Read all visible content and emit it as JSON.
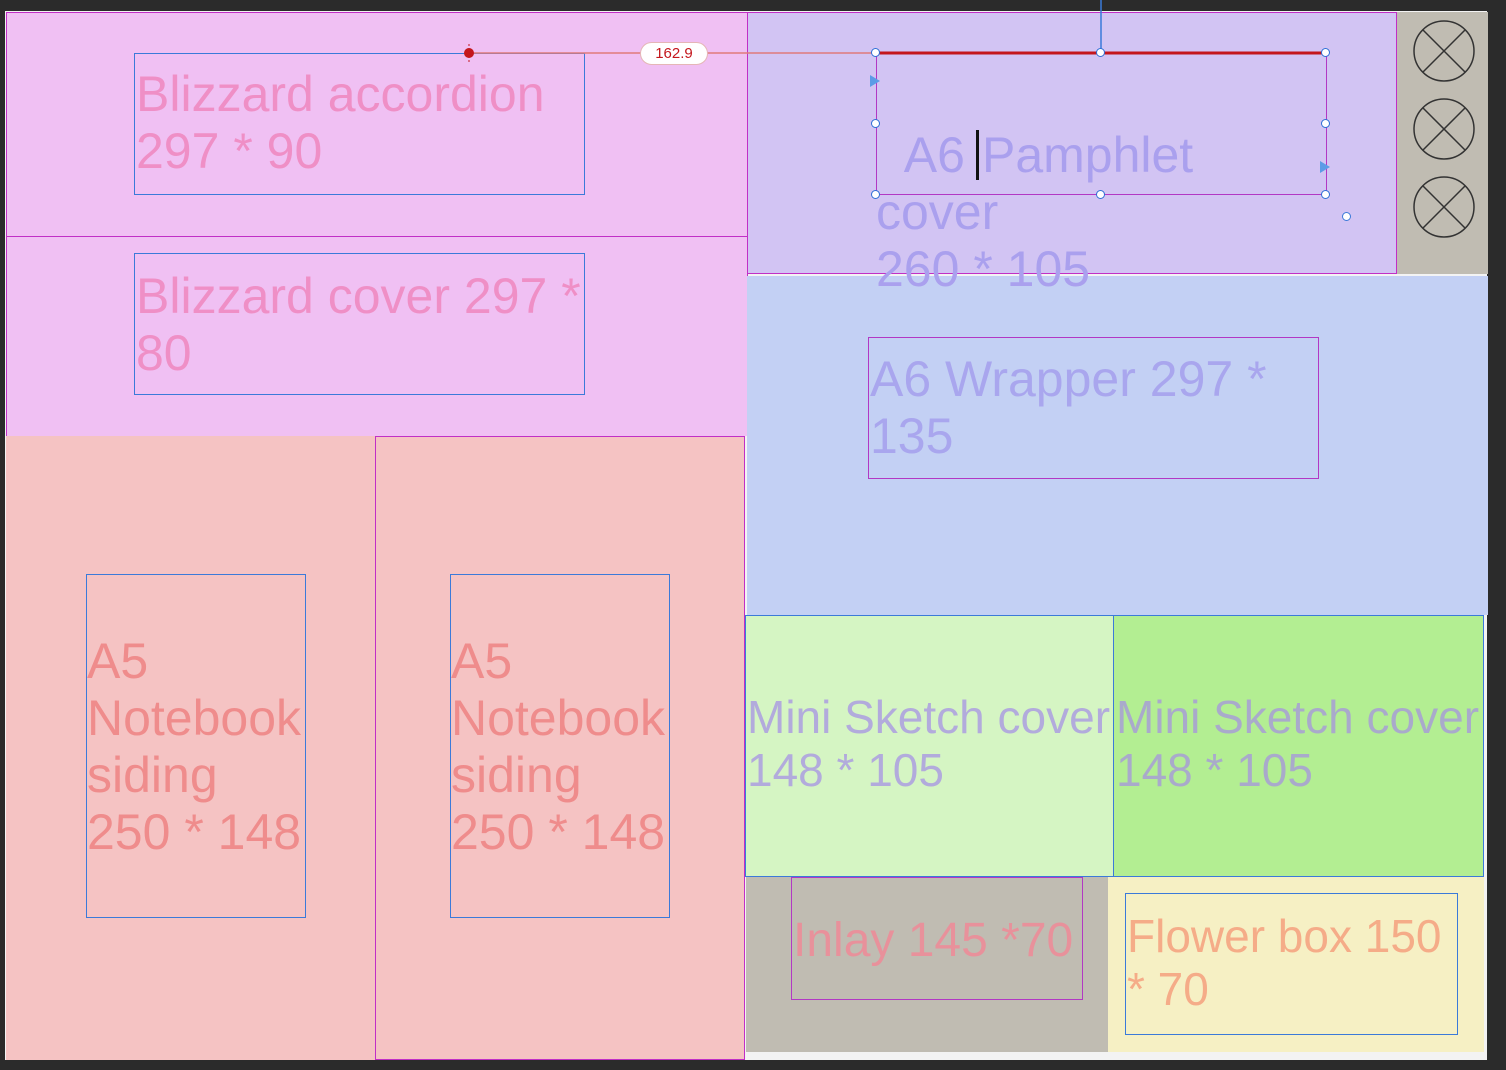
{
  "canvas": {
    "blizzard_accordion": "Blizzard accordion\n297 * 90",
    "blizzard_cover": "Blizzard cover 297 *\n80",
    "a6_pamphlet_prefix": "A6",
    "a6_pamphlet_rest": "Pamphlet cover\n260 * 105",
    "a6_wrapper": "A6 Wrapper 297 *\n135",
    "notebook_1": "A5\nNotebook\nsiding\n250 * 148",
    "notebook_2": "A5\nNotebook\nsiding\n250 * 148",
    "mini_sketch_1": "Mini Sketch cover\n148 * 105",
    "mini_sketch_2": "Mini Sketch cover\n148 * 105",
    "inlay": "Inlay 145 *70",
    "flower_box": "Flower box 150\n* 70"
  },
  "measure": {
    "value": "162.9"
  },
  "side_buttons": [
    {
      "icon": "close-circle-icon"
    },
    {
      "icon": "close-circle-icon"
    },
    {
      "icon": "close-circle-icon"
    }
  ],
  "colors": {
    "pink": "#f0c0f3",
    "lavender": "#d2c4f3",
    "blue": "#c3d0f4",
    "salmon": "#f5c3c3",
    "mint": "#d5f5c3",
    "green": "#b3ee92",
    "taupe": "#c0bcb2",
    "cream": "#f6f0c4",
    "frame_magenta": "#c12fc6",
    "frame_blue": "#3b7ad9",
    "measure_red": "#c4161c"
  }
}
